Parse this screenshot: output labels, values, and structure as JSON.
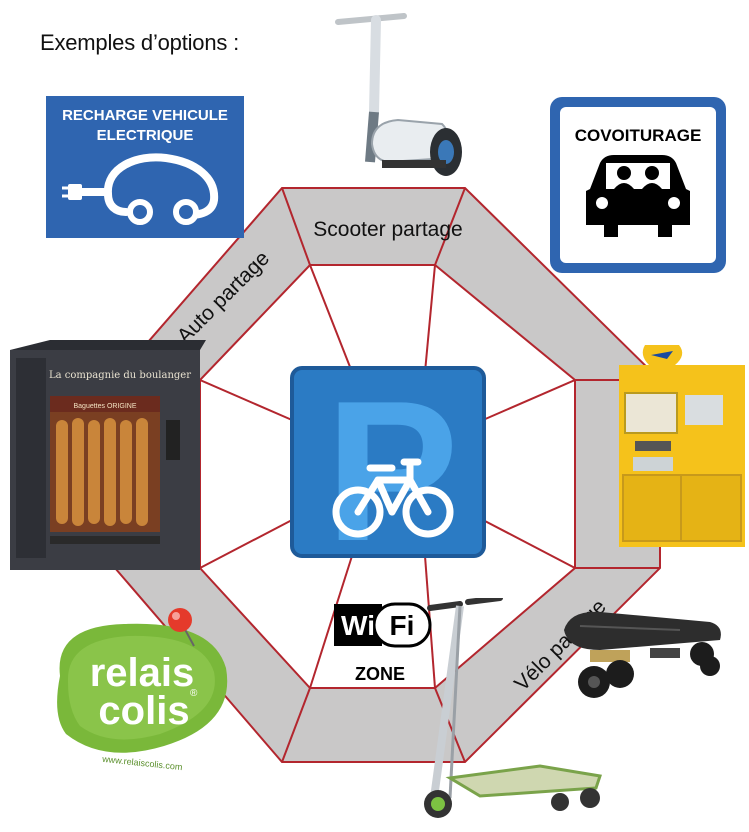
{
  "heading": "Exemples d’options :",
  "center_sign": {
    "letter": "P",
    "icon": "bicycle-icon",
    "color": "#2b7bc4"
  },
  "segments": {
    "top": "Scooter partage",
    "top_left": "Auto partage",
    "bottom_right": "Vélo partage"
  },
  "signs": {
    "ev_charging": {
      "line1": "RECHARGE VEHICULE",
      "line2": "ELECTRIQUE",
      "icon": "electric-car-plug-icon"
    },
    "carpool": {
      "label": "COVOITURAGE",
      "icon": "car-with-passengers-icon"
    }
  },
  "wifi": {
    "wi": "Wi",
    "fi": "Fi",
    "zone": "ZONE",
    "tm": "™"
  },
  "relais_colis": {
    "line1": "relais",
    "line2": "colis",
    "reg": "®",
    "url": "www.relaiscolis.com"
  },
  "bakery": {
    "sign_title": "La compagnie du boulanger",
    "panel_text": "Baguettes ORIGINE"
  },
  "colors": {
    "ring_fill": "#c9c8c8",
    "ring_stroke": "#b3262e",
    "sign_blue": "#2f65b0",
    "post_yellow": "#f5c21b"
  }
}
